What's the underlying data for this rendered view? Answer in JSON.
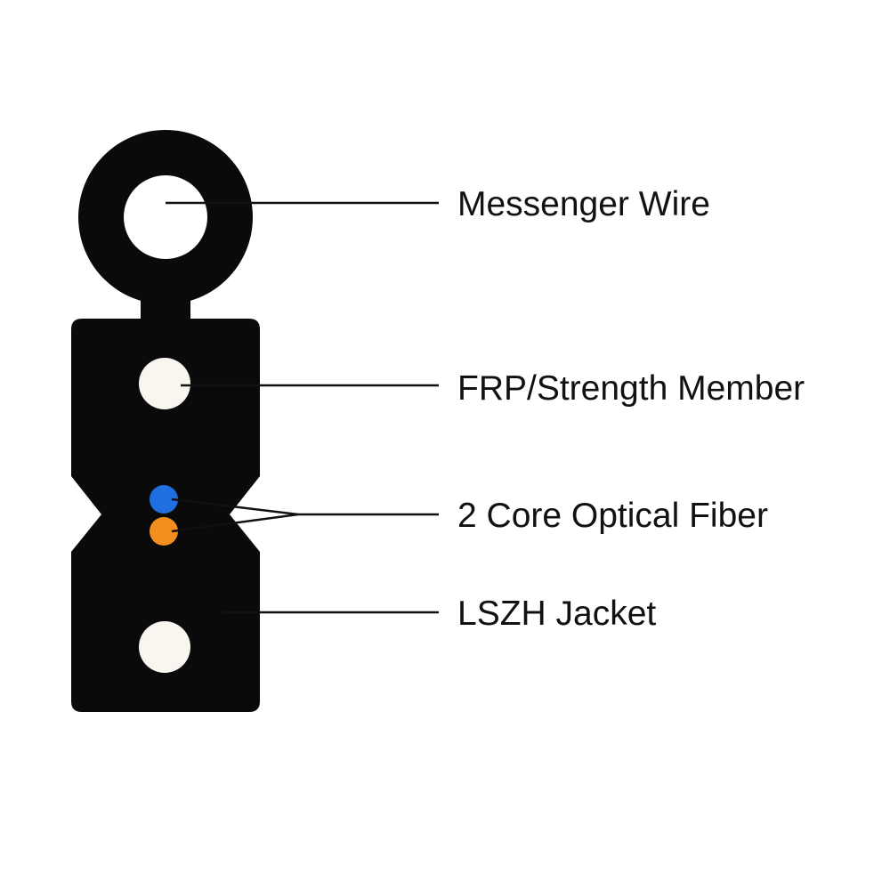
{
  "labels": {
    "messenger_wire": "Messenger Wire",
    "strength_member": "FRP/Strength Member",
    "optical_fiber": "2 Core Optical Fiber",
    "jacket": "LSZH Jacket"
  },
  "colors": {
    "jacket": "#0a0a0a",
    "messenger_wire": "#ffffff",
    "strength_member": "#f8f6ee",
    "fiber_1": "#1f6fe0",
    "fiber_2": "#f28f1e",
    "leader_lines": "#111111"
  }
}
